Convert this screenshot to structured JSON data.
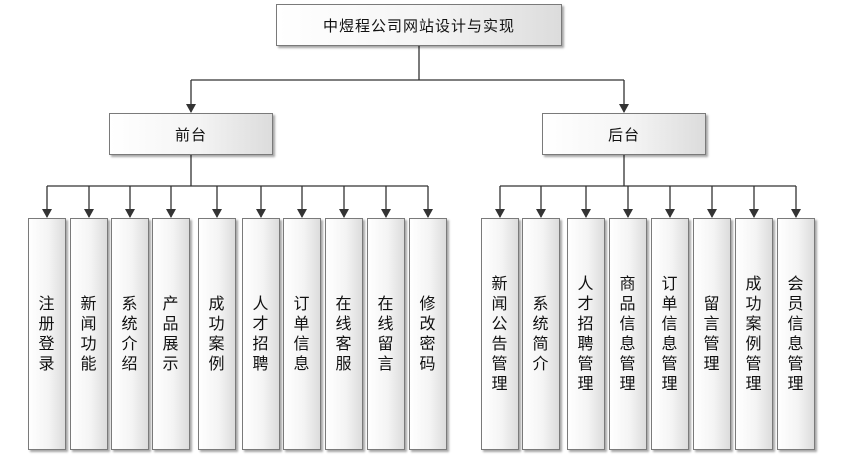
{
  "root": {
    "label": "中煜程公司网站设计与实现"
  },
  "branches": [
    {
      "label": "前台",
      "items": [
        "注册登录",
        "新闻功能",
        "系统介绍",
        "产品展示",
        "成功案例",
        "人才招聘",
        "订单信息",
        "在线客服",
        "在线留言",
        "修改密码"
      ]
    },
    {
      "label": "后台",
      "items": [
        "新闻公告管理",
        "系统简介",
        "人才招聘管理",
        "商品信息管理",
        "订单信息管理",
        "留言管理",
        "成功案例管理",
        "会员信息管理"
      ]
    }
  ],
  "colors": {
    "line": "#333333",
    "border": "#7a7a7a"
  }
}
